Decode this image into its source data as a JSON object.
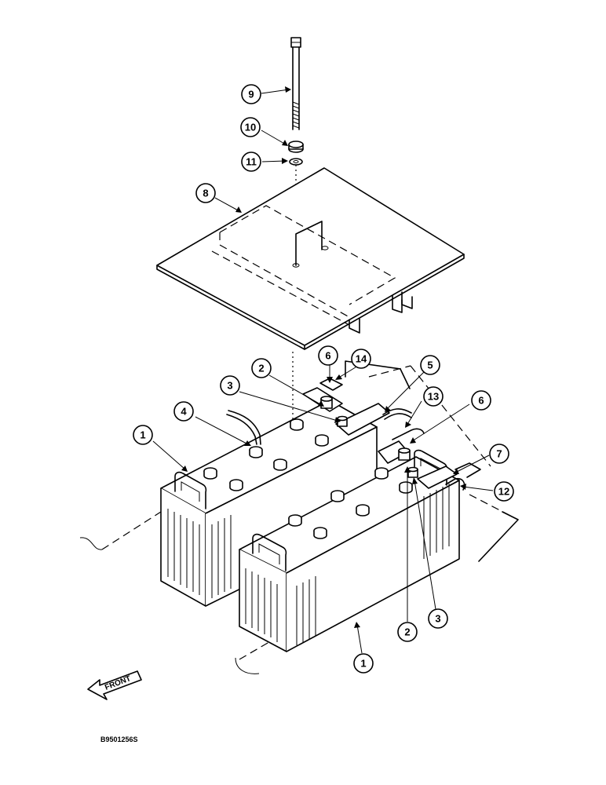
{
  "callouts": {
    "c9": "9",
    "c10": "10",
    "c11": "11",
    "c8": "8",
    "c6a": "6",
    "c14": "14",
    "c2a": "2",
    "c3a": "3",
    "c5": "5",
    "c13": "13",
    "c6b": "6",
    "c4": "4",
    "c1a": "1",
    "c7": "7",
    "c12": "12",
    "c2b": "2",
    "c3b": "3",
    "c1b": "1"
  },
  "front_arrow_label": "FRONT",
  "reference_code": "B9501256S"
}
